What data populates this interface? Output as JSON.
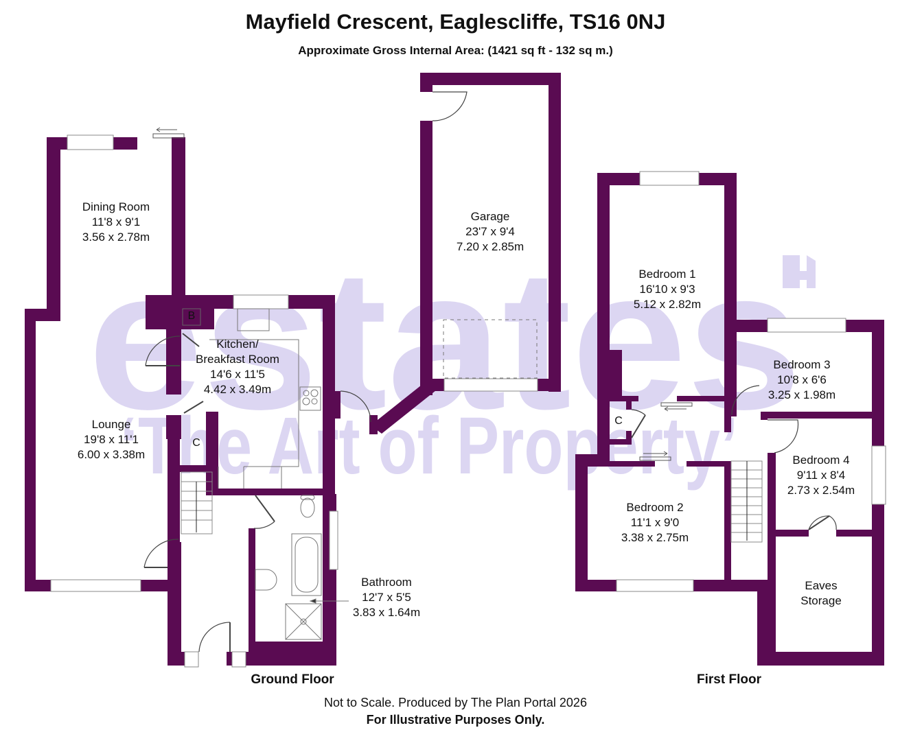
{
  "header": {
    "title": "Mayfield Crescent, Eaglescliffe, TS16 0NJ",
    "subtitle": "Approximate Gross Internal Area: (1421 sq ft - 132 sq m.)"
  },
  "watermark": {
    "brand": "estates",
    "tagline": "‘The Art of Property’",
    "color": "#dcd6f2"
  },
  "colors": {
    "wall": "#5a0b52",
    "line": "#555555",
    "background": "#ffffff"
  },
  "floors": {
    "ground": {
      "label": "Ground Floor",
      "rooms": [
        {
          "name": "Dining Room",
          "imperial": "11'8 x 9'1",
          "metric": "3.56 x 2.78m"
        },
        {
          "name": "Kitchen/",
          "name2": "Breakfast Room",
          "imperial": "14'6 x 11'5",
          "metric": "4.42 x 3.49m"
        },
        {
          "name": "Lounge",
          "imperial": "19'8 x 11'1",
          "metric": "6.00 x 3.38m"
        },
        {
          "name": "Bathroom",
          "imperial": "12'7 x 5'5",
          "metric": "3.83 x 1.64m"
        },
        {
          "name": "Garage",
          "imperial": "23'7 x 9'4",
          "metric": "7.20 x 2.85m"
        }
      ],
      "markers": {
        "boiler": "B",
        "cupboard": "C"
      }
    },
    "first": {
      "label": "First Floor",
      "rooms": [
        {
          "name": "Bedroom 1",
          "imperial": "16'10 x 9'3",
          "metric": "5.12 x 2.82m"
        },
        {
          "name": "Bedroom 2",
          "imperial": "11'1 x 9'0",
          "metric": "3.38 x 2.75m"
        },
        {
          "name": "Bedroom 3",
          "imperial": "10'8 x 6'6",
          "metric": "3.25 x 1.98m"
        },
        {
          "name": "Bedroom 4",
          "imperial": "9'11 x 8'4",
          "metric": "2.73 x 2.54m"
        },
        {
          "name": "Eaves",
          "name2": "Storage"
        }
      ],
      "markers": {
        "cupboard": "C"
      }
    }
  },
  "footer": {
    "note": "Not to Scale. Produced by The Plan Portal 2026",
    "disclaimer": "For Illustrative Purposes Only."
  }
}
